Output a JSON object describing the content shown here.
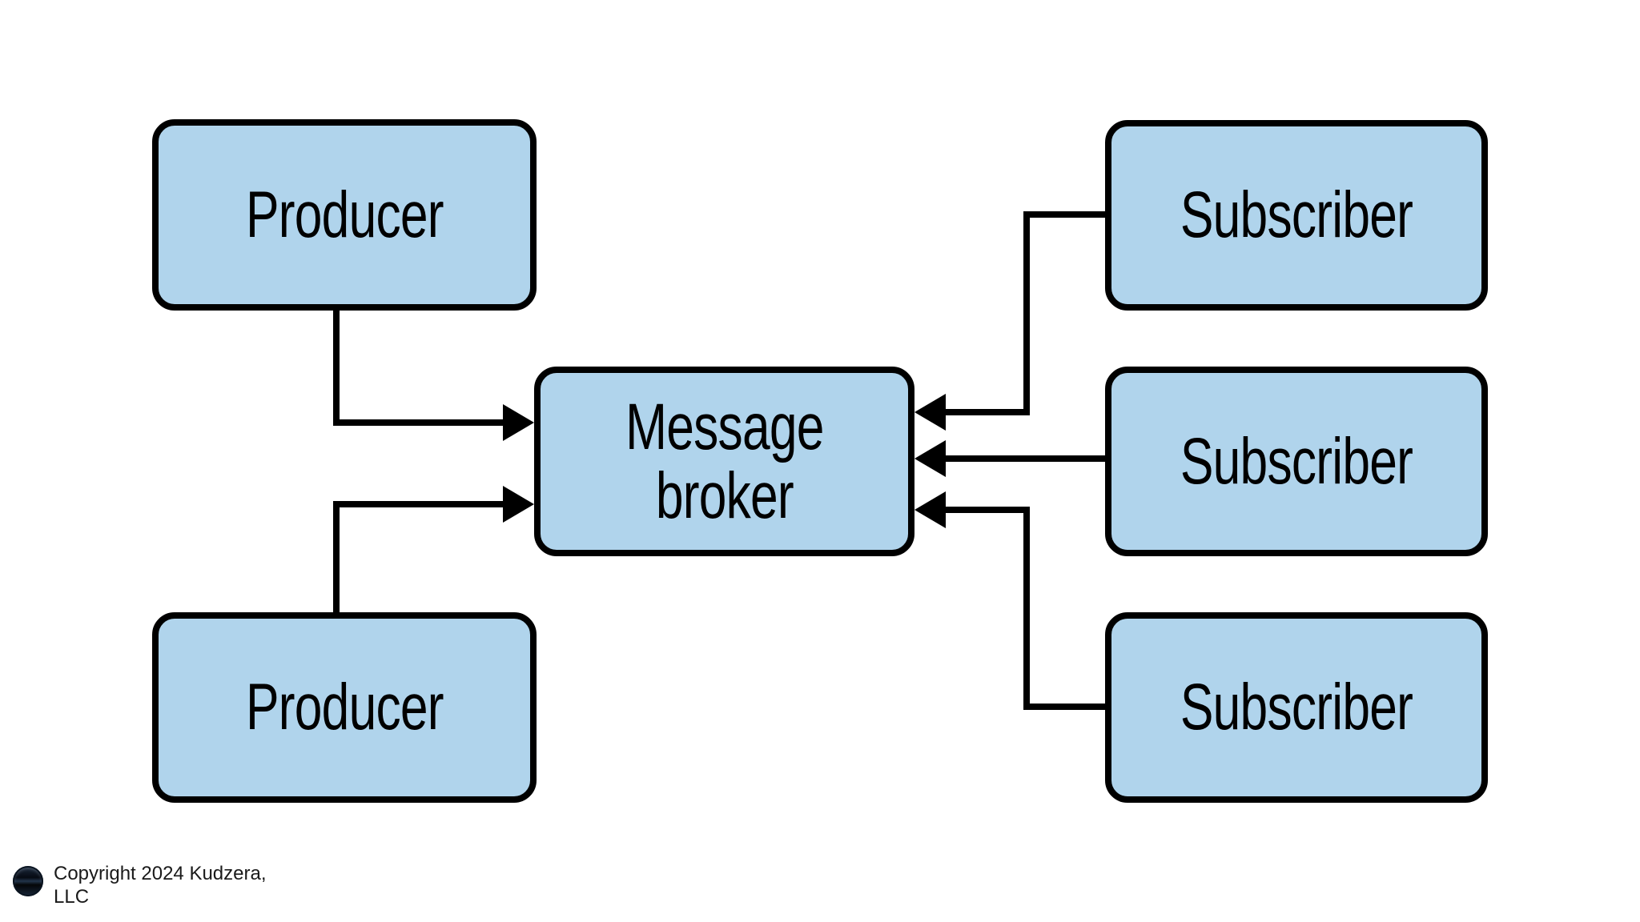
{
  "diagram": {
    "type": "pub-sub-architecture",
    "nodes": {
      "producer1": {
        "label": "Producer"
      },
      "producer2": {
        "label": "Producer"
      },
      "broker": {
        "label": "Message\nbroker"
      },
      "subscriber1": {
        "label": "Subscriber"
      },
      "subscriber2": {
        "label": "Subscriber"
      },
      "subscriber3": {
        "label": "Subscriber"
      }
    },
    "edges": [
      {
        "from": "producer1",
        "to": "broker",
        "arrow": "into-broker-left"
      },
      {
        "from": "producer2",
        "to": "broker",
        "arrow": "into-broker-left"
      },
      {
        "from": "subscriber1",
        "to": "broker",
        "arrow": "into-broker-right"
      },
      {
        "from": "subscriber2",
        "to": "broker",
        "arrow": "into-broker-right"
      },
      {
        "from": "subscriber3",
        "to": "broker",
        "arrow": "into-broker-right"
      }
    ],
    "colors": {
      "node_fill": "#b0d4ec",
      "node_border": "#000000",
      "connector": "#000000",
      "background": "#ffffff"
    }
  },
  "footer": {
    "copyright": "Copyright 2024 Kudzera,\nLLC"
  }
}
